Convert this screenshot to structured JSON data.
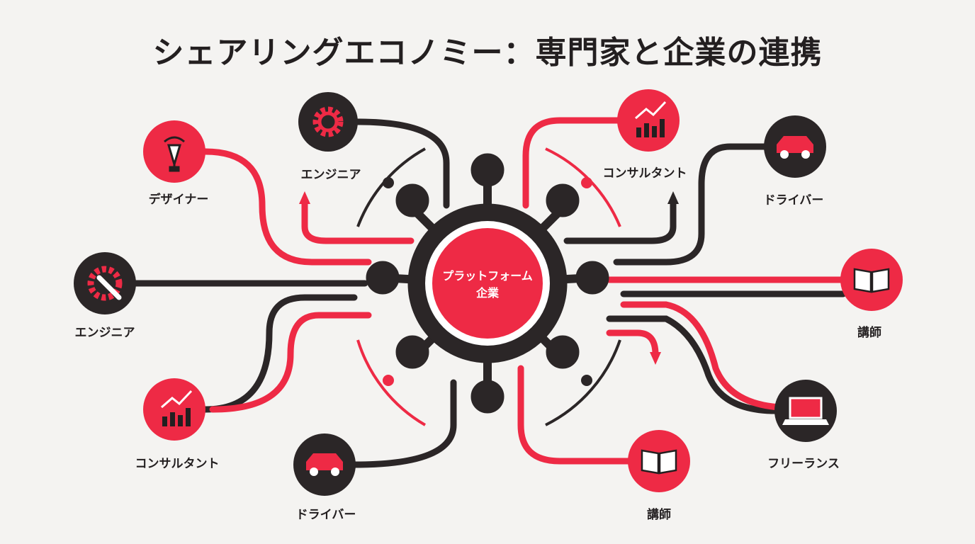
{
  "title": "シェアリングエコノミー：専門家と企業の連携",
  "center": {
    "line1": "プラットフォーム",
    "line2": "企業"
  },
  "colors": {
    "red": "#ee2a45",
    "black": "#2b2627",
    "background": "#f4f3f1"
  },
  "nodes": [
    {
      "label": "エンジニア",
      "icon": "gear-icon",
      "color": "black"
    },
    {
      "label": "デザイナー",
      "icon": "pen-tool-icon",
      "color": "red"
    },
    {
      "label": "エンジニア",
      "icon": "wrench-gear-icon",
      "color": "black"
    },
    {
      "label": "コンサルタント",
      "icon": "chart-icon",
      "color": "red"
    },
    {
      "label": "ドライバー",
      "icon": "car-icon",
      "color": "black"
    },
    {
      "label": "講師",
      "icon": "book-icon",
      "color": "red"
    },
    {
      "label": "フリーランス",
      "icon": "laptop-icon",
      "color": "black"
    },
    {
      "label": "講師",
      "icon": "book-icon",
      "color": "red"
    },
    {
      "label": "ドライバー",
      "icon": "car-icon",
      "color": "black"
    },
    {
      "label": "コンサルタント",
      "icon": "chart-icon",
      "color": "red"
    }
  ]
}
